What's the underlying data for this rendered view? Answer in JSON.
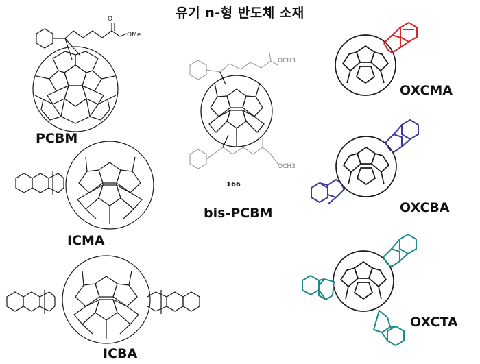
{
  "title": "유기 n-형 반도체 소재",
  "molecules": [
    {
      "label": "PCBM"
    },
    {
      "label": "ICMA"
    },
    {
      "label": "ICBA"
    },
    {
      "label": "bis-PCBM",
      "compound_number": "166"
    },
    {
      "label": "OXCMA"
    },
    {
      "label": "OXCBA"
    },
    {
      "label": "OXCTA"
    }
  ],
  "substituent_text": {
    "ome": "OMe",
    "och3": "OCH3"
  },
  "colors": {
    "oxcma_addend": "#d8242a",
    "oxcba_addend": "#3a3a9c",
    "oxcta_addend": "#1e8a8a",
    "cage": "#1a1a1a",
    "bis_pcbm_side": "#9a9a9a"
  }
}
